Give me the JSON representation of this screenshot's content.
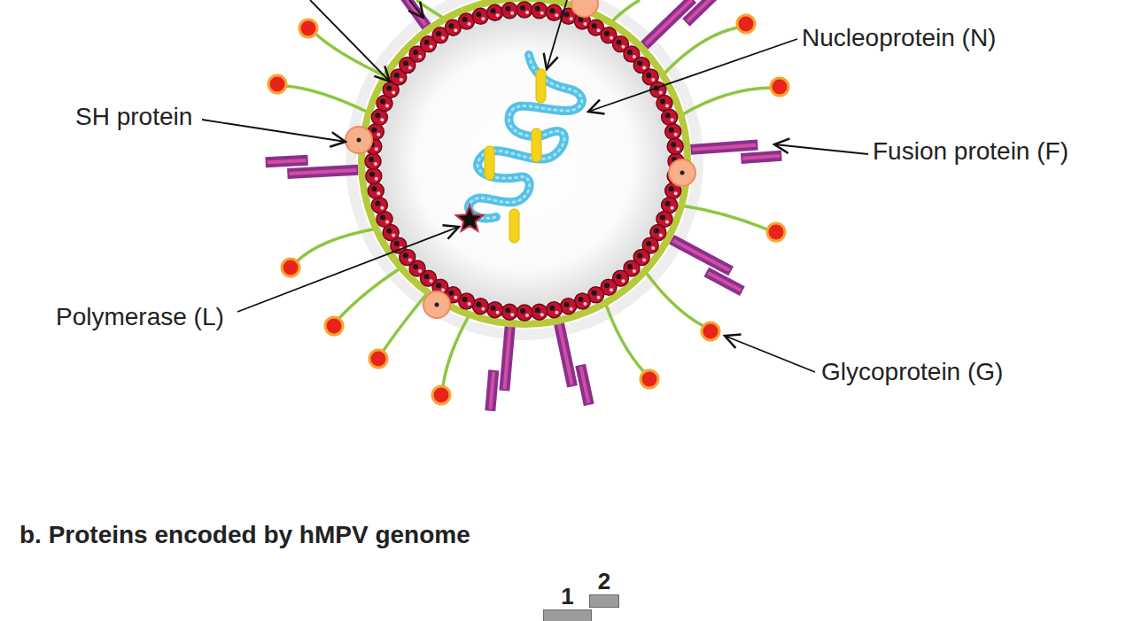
{
  "diagram": {
    "nodes": [
      {
        "text": [
          "1"
        ]
      },
      {
        "text": [
          "2"
        ]
      }
    ],
    "labels": [
      "Nucleoprotein (N)",
      "SH protein",
      "Fusion protein (F)",
      "Polymerase (L)",
      "Glycoprotein (G)",
      "b. Proteins encoded by hMPV genome"
    ]
  }
}
